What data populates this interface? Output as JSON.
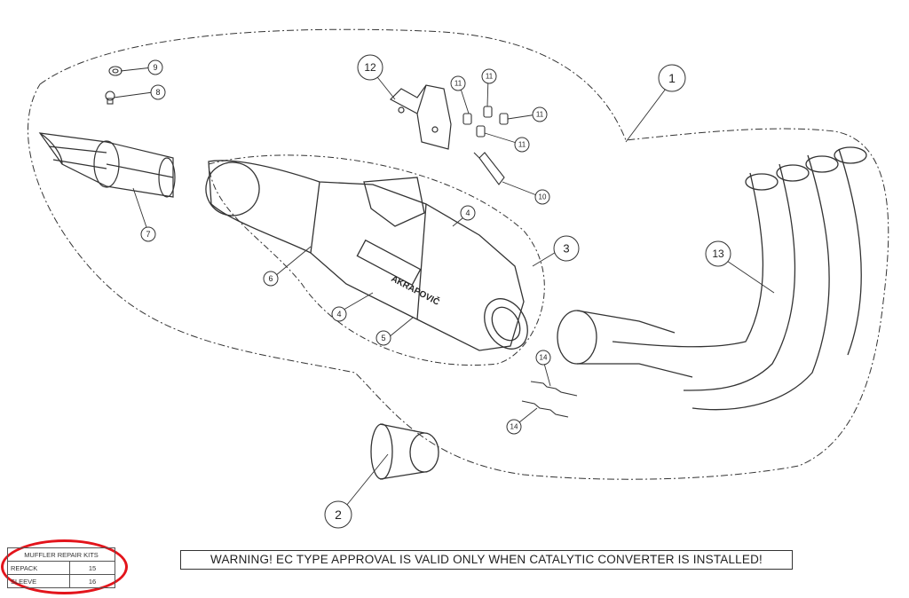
{
  "callouts": [
    "1",
    "2",
    "3",
    "4",
    "4",
    "5",
    "6",
    "7",
    "8",
    "9",
    "10",
    "11",
    "11",
    "11",
    "11",
    "12",
    "13",
    "14",
    "14"
  ],
  "logo_text": "AKRAPOVIČ",
  "repair_kits": {
    "title": "MUFFLER REPAIR KITS",
    "rows": [
      {
        "name": "REPACK",
        "number": "15"
      },
      {
        "name": "SLEEVE",
        "number": "16"
      }
    ]
  },
  "warning": "WARNING! EC TYPE APPROVAL IS VALID ONLY WHEN CATALYTIC CONVERTER IS INSTALLED!",
  "colors": {
    "line": "#333333",
    "highlight_ring": "#e3141b"
  }
}
